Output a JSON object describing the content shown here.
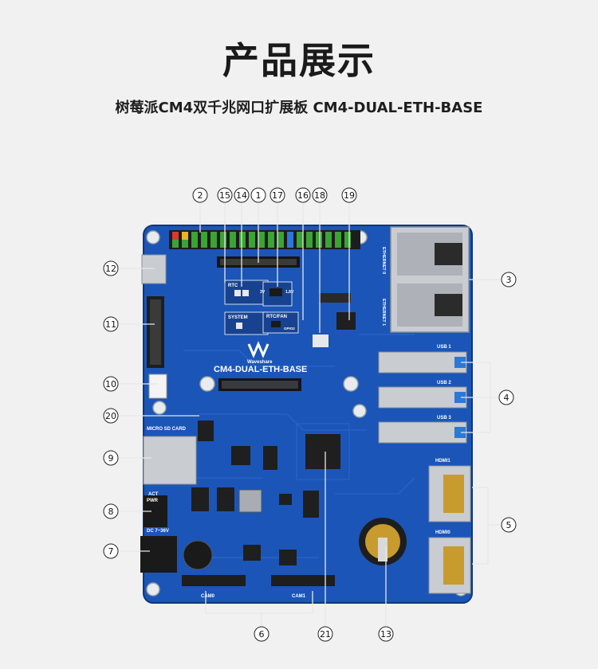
{
  "page": {
    "title": "产品展示",
    "subtitle": "树莓派CM4双千兆网口扩展板 CM4-DUAL-ETH-BASE"
  },
  "board": {
    "name": "CM4-DUAL-ETH-BASE",
    "brand": "Waveshare",
    "labels": {
      "micro_sd": "MICRO SD CARD",
      "act": "ACT",
      "pwr": "PWR",
      "dc": "DC 7~36V",
      "cam0": "CAM0",
      "cam1": "CAM1",
      "hdmi1": "HDMI1",
      "hdmi0": "HDMI0",
      "usb1": "USB 1",
      "usb2": "USB 2",
      "usb3": "USB 3",
      "eth0": "ETHERNET 0",
      "eth1": "ETHERNET 1",
      "rtc": "RTC",
      "system": "SYSTEM",
      "rtc_fan": "RTC/FAN",
      "v33": "3V",
      "v18": "1.8V",
      "gpio": "GPIO2"
    }
  },
  "callouts": [
    {
      "id": "2",
      "text": "②"
    },
    {
      "id": "15",
      "text": "⑮"
    },
    {
      "id": "14",
      "text": "⑭"
    },
    {
      "id": "1",
      "text": "①"
    },
    {
      "id": "17",
      "text": "⑰"
    },
    {
      "id": "16",
      "text": "⑯"
    },
    {
      "id": "18",
      "text": "⑱"
    },
    {
      "id": "19",
      "text": "⑲"
    },
    {
      "id": "12",
      "text": "⑫"
    },
    {
      "id": "3",
      "text": "③"
    },
    {
      "id": "11",
      "text": "⑪"
    },
    {
      "id": "10",
      "text": "⑩"
    },
    {
      "id": "4",
      "text": "④"
    },
    {
      "id": "20",
      "text": "⑳"
    },
    {
      "id": "9",
      "text": "⑨"
    },
    {
      "id": "8",
      "text": "⑧"
    },
    {
      "id": "5",
      "text": "⑤"
    },
    {
      "id": "7",
      "text": "⑦"
    },
    {
      "id": "6",
      "text": "⑥"
    },
    {
      "id": "21",
      "text": "㉑"
    },
    {
      "id": "13",
      "text": "⑬"
    }
  ],
  "colors": {
    "pcb": "#1b55b8",
    "pcb_dark": "#143f8c",
    "metal": "#c9ccd1",
    "header_green": "#3aa435",
    "chip": "#1f1f1f"
  }
}
